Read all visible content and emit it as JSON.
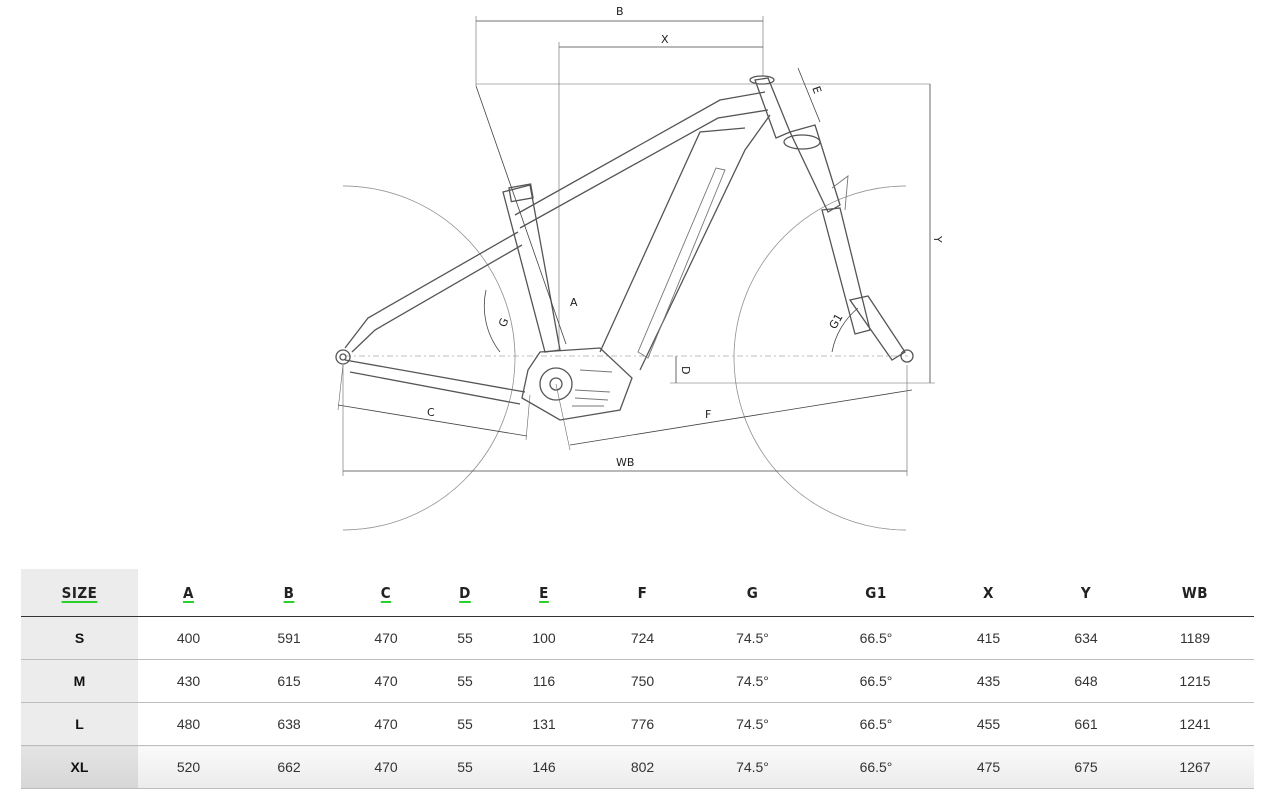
{
  "diagram": {
    "labels": {
      "b": "B",
      "x": "X",
      "e": "E",
      "y": "Y",
      "a": "A",
      "g": "G",
      "g1": "G1",
      "d": "D",
      "c": "C",
      "f": "F",
      "wb": "WB"
    }
  },
  "table": {
    "headers": [
      "SIZE",
      "A",
      "B",
      "C",
      "D",
      "E",
      "F",
      "G",
      "G1",
      "X",
      "Y",
      "WB"
    ],
    "green_underlined": [
      "SIZE",
      "A",
      "B",
      "C",
      "D",
      "E"
    ],
    "accent_color": "#2bd12b",
    "rows": [
      [
        "S",
        "400",
        "591",
        "470",
        "55",
        "100",
        "724",
        "74.5°",
        "66.5°",
        "415",
        "634",
        "1189"
      ],
      [
        "M",
        "430",
        "615",
        "470",
        "55",
        "116",
        "750",
        "74.5°",
        "66.5°",
        "435",
        "648",
        "1215"
      ],
      [
        "L",
        "480",
        "638",
        "470",
        "55",
        "131",
        "776",
        "74.5°",
        "66.5°",
        "455",
        "661",
        "1241"
      ],
      [
        "XL",
        "520",
        "662",
        "470",
        "55",
        "146",
        "802",
        "74.5°",
        "66.5°",
        "475",
        "675",
        "1267"
      ]
    ]
  }
}
